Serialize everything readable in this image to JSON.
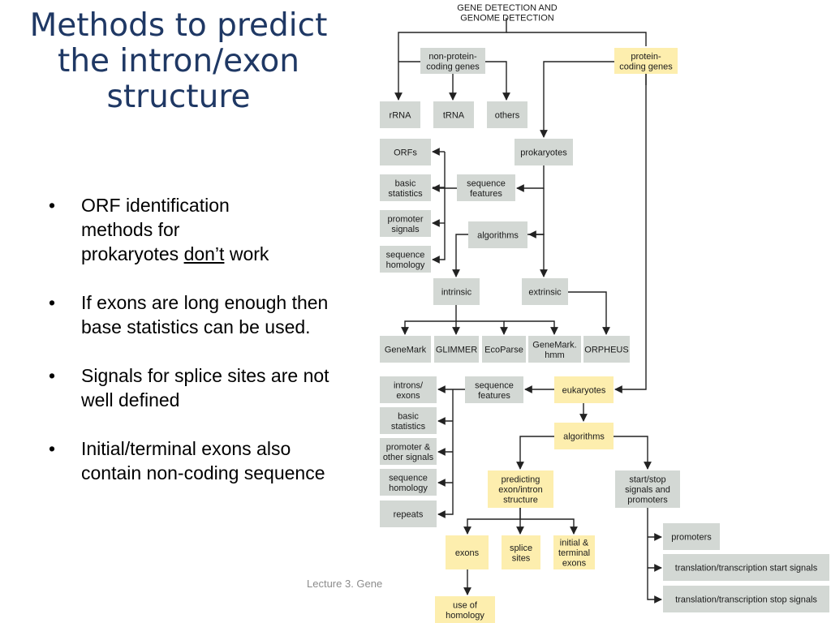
{
  "slide": {
    "title_lines": [
      "Methods to predict",
      "the intron/exon",
      "structure"
    ],
    "bullets": [
      {
        "lines": [
          "ORF identification",
          "methods for"
        ],
        "pre": "prokaryotes ",
        "underlined": "don’t",
        "post": " work"
      },
      {
        "text": "If exons are long enough then base statistics can be used."
      },
      {
        "text": "Signals for splice sites are not well defined"
      },
      {
        "text": "Initial/terminal exons also contain non-coding sequence"
      }
    ],
    "footer": "Lecture 3. Gene"
  },
  "colors": {
    "title": "#1f3864",
    "gray_box": "#d3d8d4",
    "yellow_box": "#fdeeae"
  },
  "diagram": {
    "root": [
      "GENE DETECTION AND",
      "GENOME DETECTION"
    ],
    "non_coding": [
      "non-protein-",
      "coding genes"
    ],
    "protein_coding": [
      "protein-",
      "coding genes"
    ],
    "rrna": [
      "rRNA"
    ],
    "trna": [
      "tRNA"
    ],
    "others": [
      "others"
    ],
    "prokaryotes": [
      "prokaryotes"
    ],
    "orfs": [
      "ORFs"
    ],
    "basic_stats_p": [
      "basic",
      "statistics"
    ],
    "seq_features_p": [
      "sequence",
      "features"
    ],
    "promoter_signals": [
      "promoter",
      "signals"
    ],
    "algorithms_p": [
      "algorithms"
    ],
    "seq_homology_p": [
      "sequence",
      "homology"
    ],
    "intrinsic": [
      "intrinsic"
    ],
    "extrinsic": [
      "extrinsic"
    ],
    "genemark": [
      "GeneMark"
    ],
    "glimmer": [
      "GLIMMER"
    ],
    "ecoparse": [
      "EcoParse"
    ],
    "genemark_hmm": [
      "GeneMark.",
      "hmm"
    ],
    "orpheus": [
      "ORPHEUS"
    ],
    "introns_exons": [
      "introns/",
      "exons"
    ],
    "seq_features_e": [
      "sequence",
      "features"
    ],
    "eukaryotes": [
      "eukaryotes"
    ],
    "basic_stats_e": [
      "basic",
      "statistics"
    ],
    "algorithms_e": [
      "algorithms"
    ],
    "promoter_other": [
      "promoter &",
      "other signals"
    ],
    "seq_homology_e": [
      "sequence",
      "homology"
    ],
    "predicting": [
      "predicting",
      "exon/intron",
      "structure"
    ],
    "start_stop": [
      "start/stop",
      "signals and",
      "promoters"
    ],
    "repeats": [
      "repeats"
    ],
    "exons": [
      "exons"
    ],
    "splice_sites": [
      "splice",
      "sites"
    ],
    "initial_terminal": [
      "initial &",
      "terminal",
      "exons"
    ],
    "promoters": [
      "promoters"
    ],
    "tt_start": [
      "translation/transcription start signals"
    ],
    "tt_stop": [
      "translation/transcription stop signals"
    ],
    "use_homology": [
      "use of",
      "homology"
    ]
  }
}
